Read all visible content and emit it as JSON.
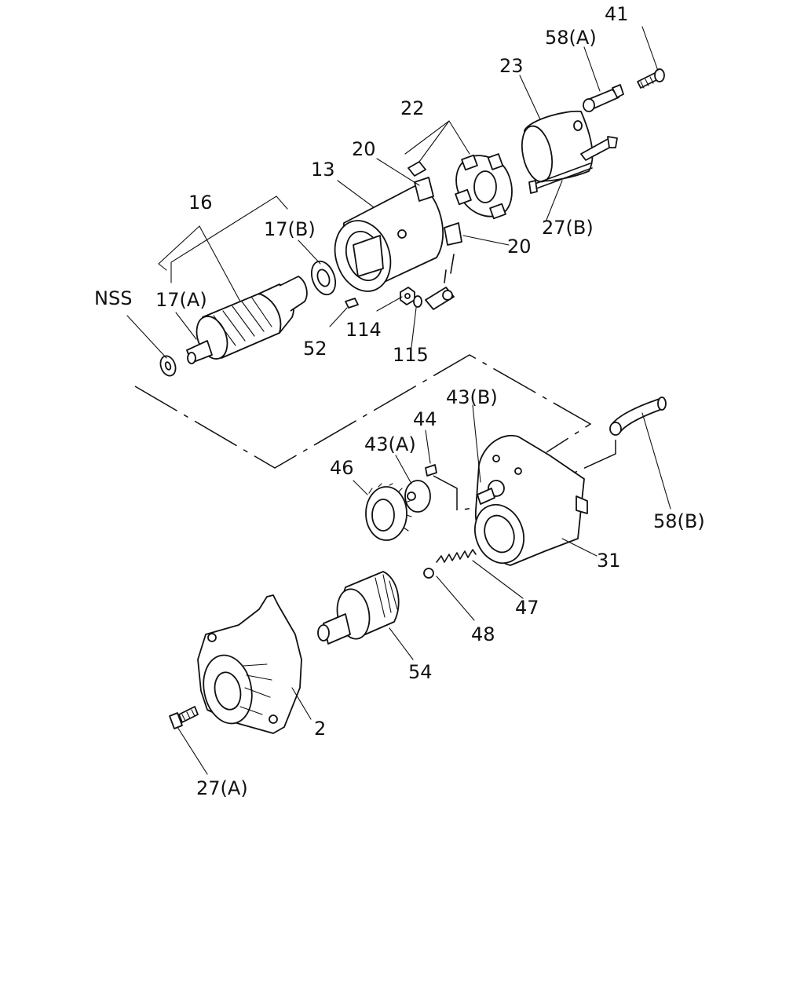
{
  "callouts": {
    "l41": "41",
    "l58a": "58(A)",
    "l23": "23",
    "l22": "22",
    "l20a": "20",
    "l20b": "20",
    "l13": "13",
    "l27b": "27(B)",
    "l16": "16",
    "l17b": "17(B)",
    "lNSS": "NSS",
    "l17a": "17(A)",
    "l52": "52",
    "l114": "114",
    "l115": "115",
    "l43b": "43(B)",
    "l44": "44",
    "l43a": "43(A)",
    "l46": "46",
    "l58b": "58(B)",
    "l31": "31",
    "l47": "47",
    "l48": "48",
    "l54": "54",
    "l2": "2",
    "l27a": "27(A)"
  }
}
